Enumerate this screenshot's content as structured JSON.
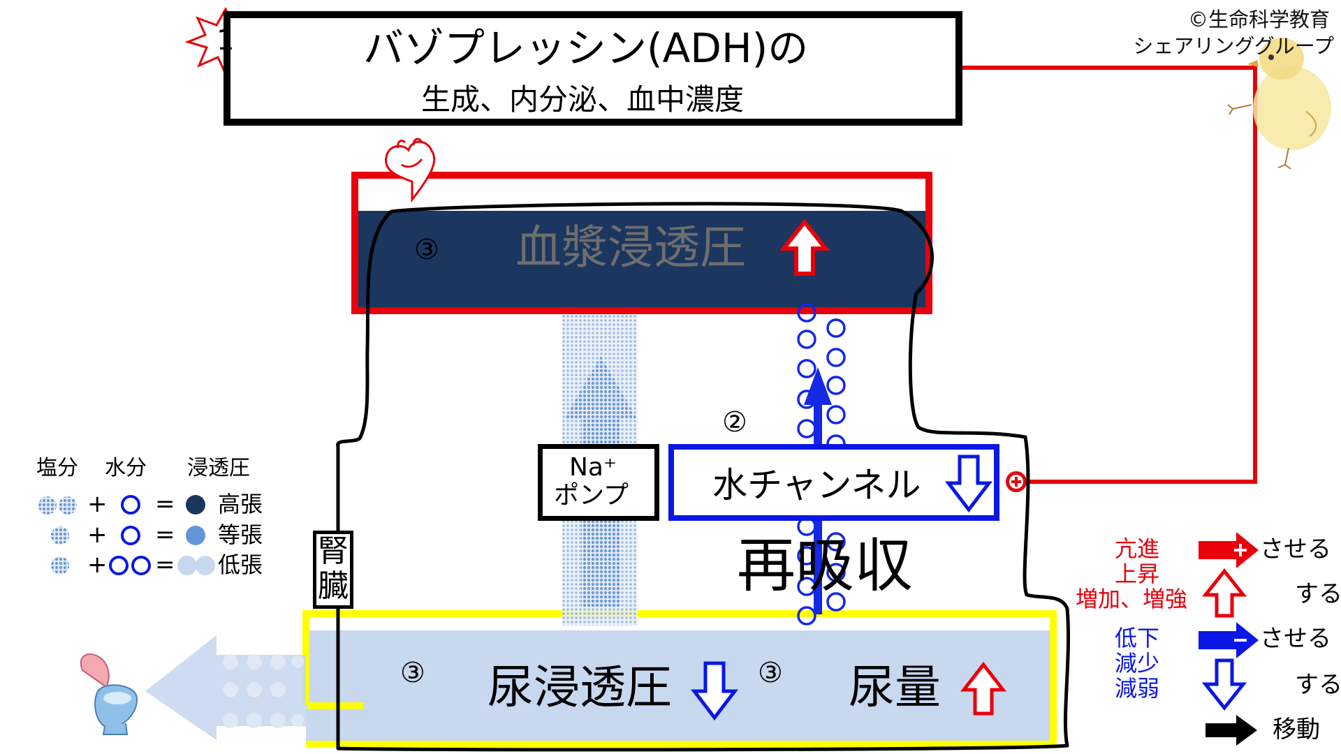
{
  "copyright": {
    "line1": "©生命科学教育",
    "line2": "シェアリンググループ"
  },
  "title": {
    "badge": "1",
    "line1": "バゾプレッシン(ADH)の",
    "line2": "生成、内分泌、血中濃度"
  },
  "plasma": {
    "marker": "③",
    "label": "血漿浸透圧"
  },
  "pump": {
    "line1": "Na⁺",
    "line2": "ポンプ"
  },
  "channel": {
    "marker": "②",
    "label": "水チャンネル"
  },
  "reabsorption_label": "再吸収",
  "kidney_label": [
    "腎",
    "臓"
  ],
  "urine": {
    "marker_left": "③",
    "osmotic_label": "尿浸透圧",
    "marker_right": "③",
    "volume_label": "尿量"
  },
  "left_legend": {
    "headers": [
      "塩分",
      "水分",
      "浸透圧"
    ],
    "rows": [
      {
        "plus": "+",
        "equals": "=",
        "result": "高張"
      },
      {
        "plus": "+",
        "equals": "=",
        "result": "等張"
      },
      {
        "plus": "+",
        "equals": "=",
        "result": "低張"
      }
    ]
  },
  "right_legend": {
    "increase_words": [
      "亢進",
      "上昇",
      "増加、増強"
    ],
    "decrease_words": [
      "低下",
      "減少",
      "減弱"
    ],
    "make_suffix": "させる",
    "do_suffix": "する",
    "move_label": "移動"
  },
  "colors": {
    "red": "#e8000b",
    "blue": "#0a17e6",
    "navy": "#1b365f",
    "yellow": "#ffff00",
    "urine_fill": "#c8d8ee",
    "salt_dot": "#7fa4d6",
    "plasma_text": "#6e6e6e"
  },
  "icons": [
    "starburst-icon",
    "heart-icon",
    "chick-icon",
    "toilet-icon"
  ]
}
